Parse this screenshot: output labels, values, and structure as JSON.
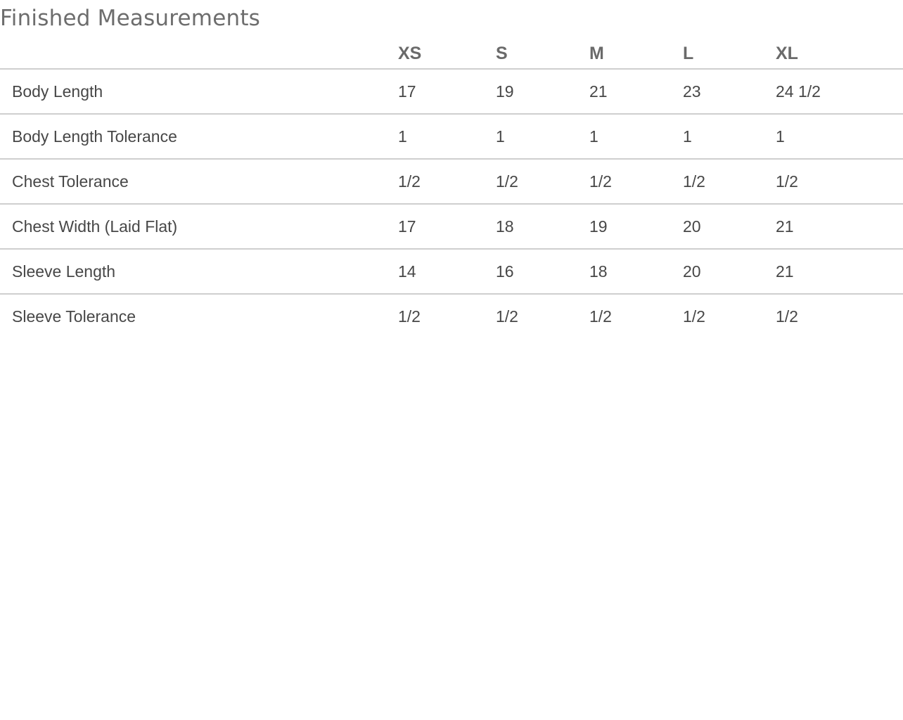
{
  "page": {
    "title": "Finished Measurements"
  },
  "table": {
    "columns": [
      "",
      "XS",
      "S",
      "M",
      "L",
      "XL"
    ],
    "rows": [
      {
        "label": "Body Length",
        "values": [
          "17",
          "19",
          "21",
          "23",
          "24 1/2"
        ]
      },
      {
        "label": "Body Length Tolerance",
        "values": [
          "1",
          "1",
          "1",
          "1",
          "1"
        ]
      },
      {
        "label": "Chest Tolerance",
        "values": [
          "1/2",
          "1/2",
          "1/2",
          "1/2",
          "1/2"
        ]
      },
      {
        "label": "Chest Width (Laid Flat)",
        "values": [
          "17",
          "18",
          "19",
          "20",
          "21"
        ]
      },
      {
        "label": "Sleeve Length",
        "values": [
          "14",
          "16",
          "18",
          "20",
          "21"
        ]
      },
      {
        "label": "Sleeve Tolerance",
        "values": [
          "1/2",
          "1/2",
          "1/2",
          "1/2",
          "1/2"
        ]
      }
    ]
  },
  "colors": {
    "title_text": "#6d6d6d",
    "header_text": "#6a6a6a",
    "body_text": "#474747",
    "divider": "#cfcfcf",
    "background": "#ffffff"
  }
}
